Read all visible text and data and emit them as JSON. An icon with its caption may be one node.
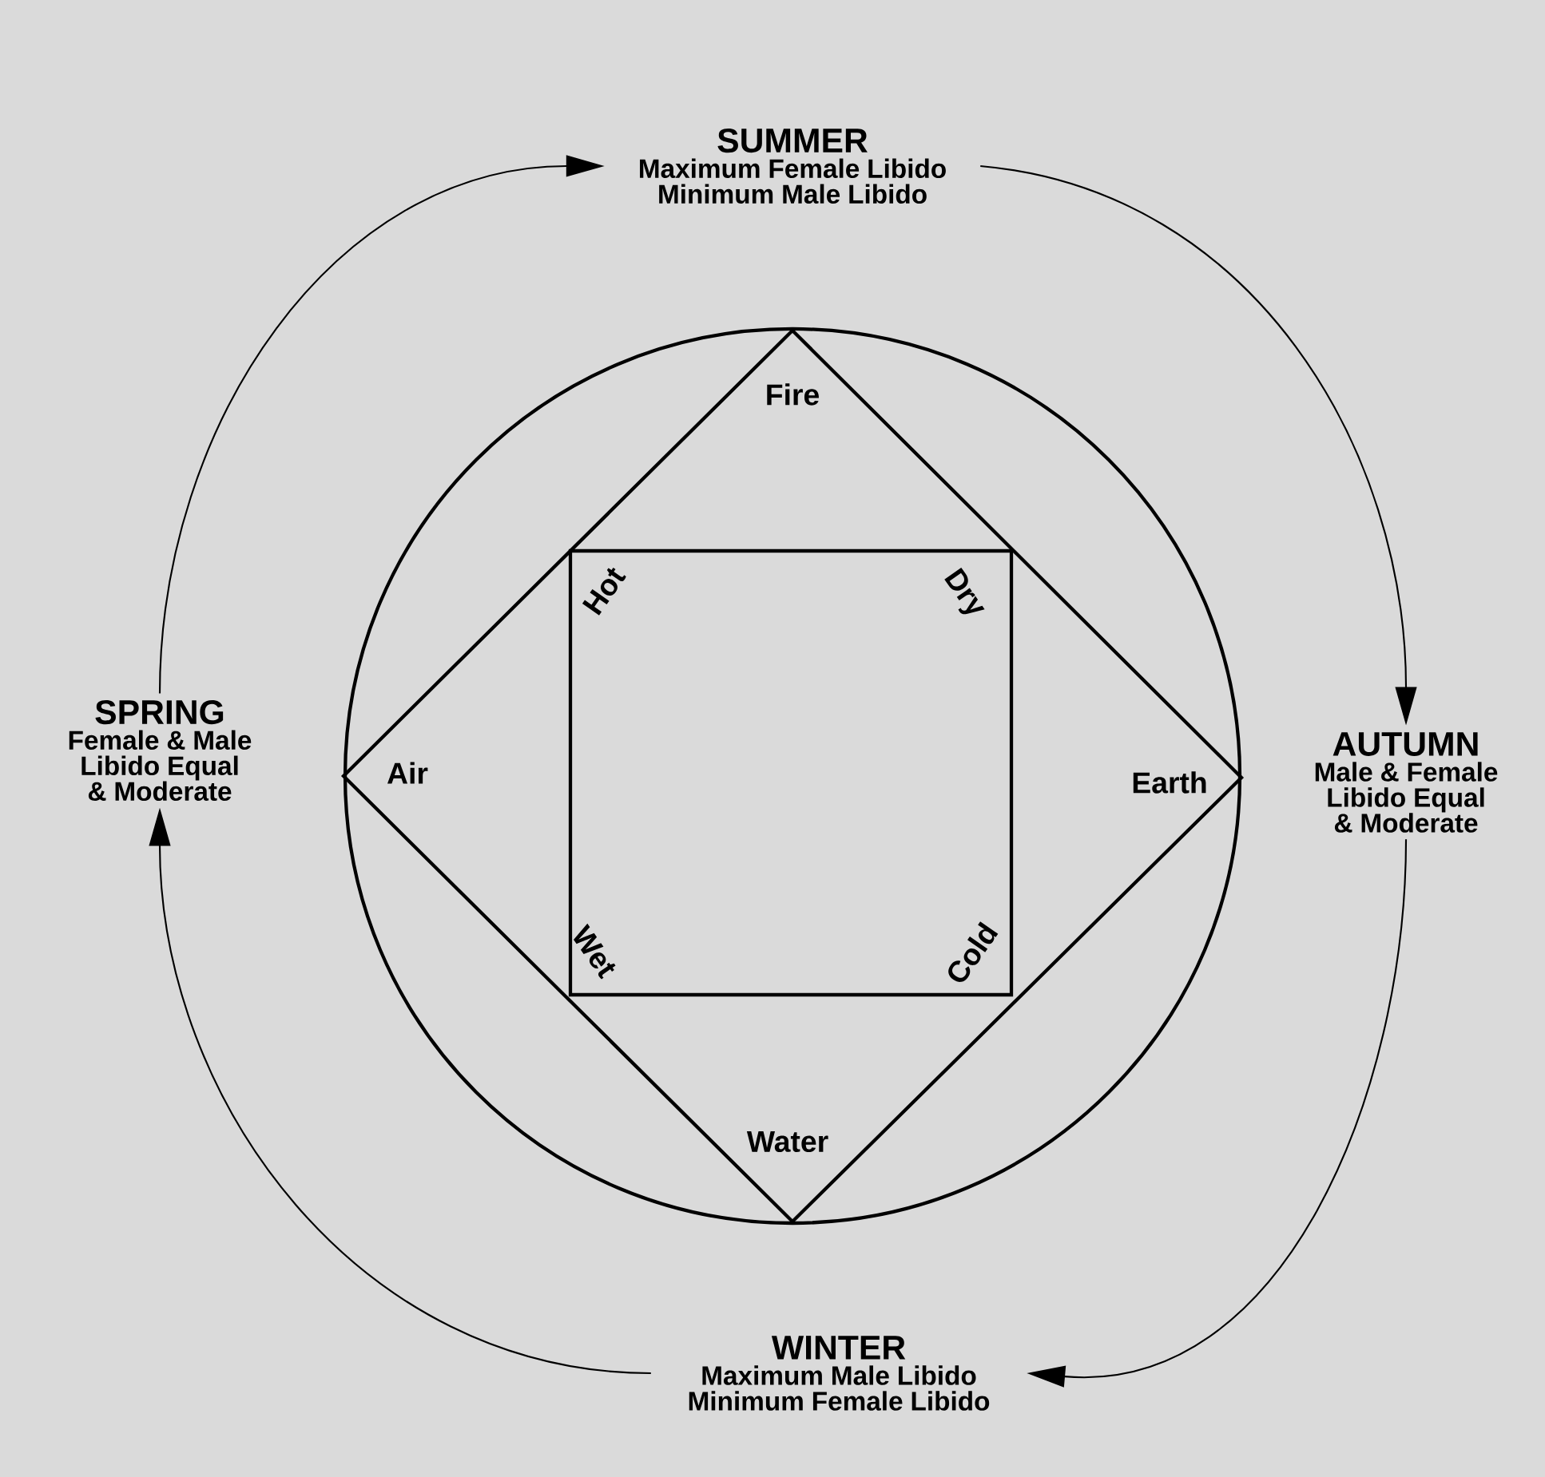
{
  "diagram": {
    "nodes": [
      {
        "text": [
          "SUMMER",
          "Maximum Female Libido Minimum Male Libido"
        ]
      },
      {
        "text": [
          "SPRING",
          "Female & Male Libido Equal & Moderate"
        ]
      },
      {
        "text": [
          "AUTUMN",
          "Male & Female Libido Equal & Moderate"
        ]
      },
      {
        "text": [
          "WINTER",
          "Maximum Male Libido Minimum Female Libido"
        ]
      }
    ],
    "edges": [
      {
        "from": 0,
        "to": 2,
        "arrow": "to"
      },
      {
        "from": 2,
        "to": 3,
        "arrow": "to"
      },
      {
        "from": 3,
        "to": 1,
        "arrow": "to"
      },
      {
        "from": 1,
        "to": 0,
        "arrow": "to"
      }
    ],
    "labels": [
      "Fire",
      "Hot",
      "Dry",
      "Air",
      "Earth",
      "Wet",
      "Cold",
      "Water"
    ]
  }
}
